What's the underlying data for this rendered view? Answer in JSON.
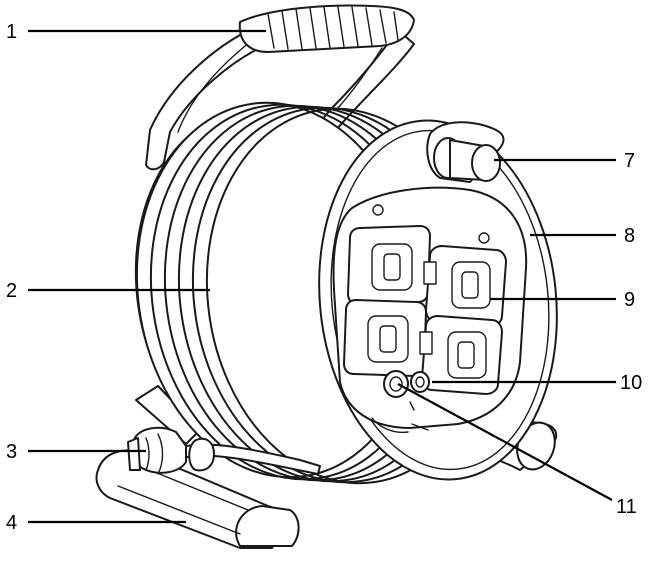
{
  "callouts": [
    {
      "id": "1",
      "label": "1"
    },
    {
      "id": "2",
      "label": "2"
    },
    {
      "id": "3",
      "label": "3"
    },
    {
      "id": "4",
      "label": "4"
    },
    {
      "id": "7",
      "label": "7"
    },
    {
      "id": "8",
      "label": "8"
    },
    {
      "id": "9",
      "label": "9"
    },
    {
      "id": "10",
      "label": "10"
    },
    {
      "id": "11",
      "label": "11"
    }
  ],
  "colors": {
    "stroke": "#1a1a1a",
    "background": "#ffffff"
  }
}
